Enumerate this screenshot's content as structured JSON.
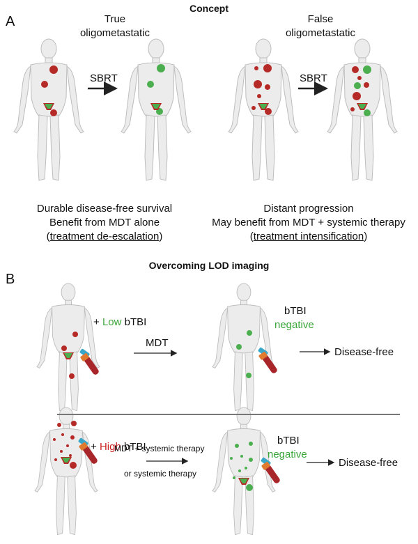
{
  "panel_a": {
    "letter": "A",
    "title": "Concept",
    "true_label": [
      "True",
      "oligometastatic"
    ],
    "false_label": [
      "False",
      "oligometastatic"
    ],
    "arrow_label_left": "SBRT",
    "arrow_label_right": "SBRT",
    "left_caption": {
      "line1": "Durable disease-free survival",
      "line2": "Benefit from MDT alone",
      "open": "(",
      "underlined": "treatment de-escalation",
      "close": ")"
    },
    "right_caption": {
      "line1": "Distant progression",
      "line2": "May benefit from MDT + systemic therapy",
      "open": "(",
      "underlined": "treatment intensification",
      "close": ")"
    }
  },
  "panel_b": {
    "letter": "B",
    "title": "Overcoming LOD imaging",
    "row1": {
      "plus": "+",
      "level": "Low",
      "test": "bTBI",
      "arrow_label": "MDT",
      "result_test": "bTBI",
      "result_status": "negative",
      "outcome": "Disease-free"
    },
    "row2": {
      "plus": "+",
      "level": "High",
      "test": "bTBI",
      "arrow_label_1": "MDT + systemic therapy",
      "arrow_label_2": "or systemic therapy",
      "result_test": "bTBI",
      "result_status": "negative",
      "outcome": "Disease-free"
    }
  },
  "colors": {
    "tumor_red": "#b52a26",
    "treated_green": "#4caf4f",
    "body_fill": "#ececec",
    "body_stroke": "#bdbdbd",
    "tube_cap": "#3aa7c9",
    "tube_red": "#a8262a"
  }
}
